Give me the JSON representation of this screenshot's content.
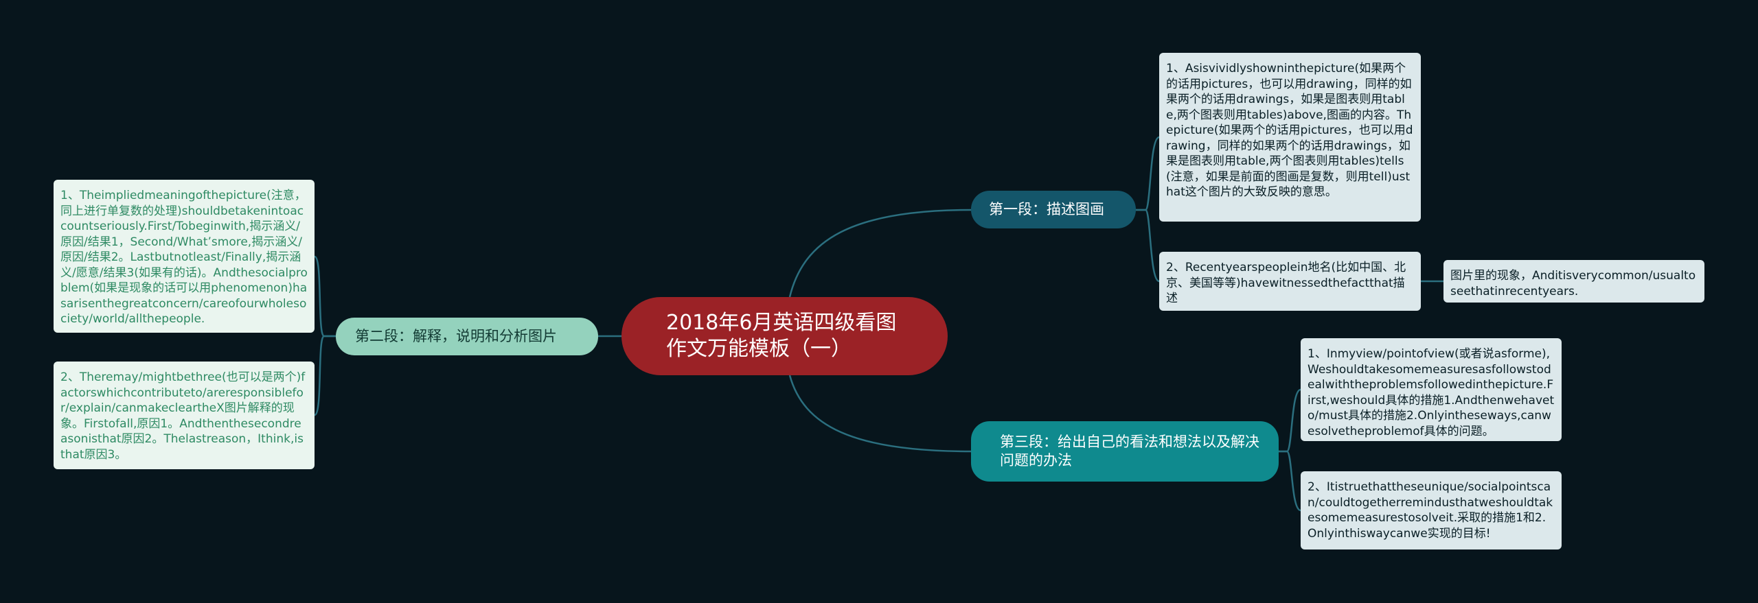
{
  "root": {
    "label": "2018年6月英语四级看图作文万能模板（一）"
  },
  "branches": [
    {
      "label": "第一段：描述图画",
      "color": "#14566a"
    },
    {
      "label": "第二段：解释，说明和分析图片",
      "color": "#94d2bd"
    },
    {
      "label": "第三段：给出自己的看法和想法以及解决问题的办法",
      "color": "#0f8a8e"
    }
  ],
  "leaves": [
    {
      "text": "1、Asisvividlyshowninthepicture(如果两个的话用pictures，也可以用drawing，同样的如果两个的话用drawings，如果是图表则用table,两个图表则用tables)above,图画的内容。Thepicture(如果两个的话用pictures，也可以用drawing，同样的如果两个的话用drawings，如果是图表则用table,两个图表则用tables)tells(注意，如果是前面的图画是复数，则用tell)usthat这个图片的大致反映的意思。"
    },
    {
      "text": "2、Recentyearspeoplein地名(比如中国、北京、美国等等)havewitnessedthefactthat描述"
    },
    {
      "text": "图片里的现象，Anditisverycommon/usualtoseethatinrecentyears."
    },
    {
      "text": "1、Theimpliedmeaningofthepicture(注意，同上进行单复数的处理)shouldbetakenintoaccountseriously.First/Tobeginwith,揭示涵义/原因/结果1，Second/What’smore,揭示涵义/原因/结果2。Lastbutnotleast/Finally,揭示涵义/愿意/结果3(如果有的话)。Andthesocialproblem(如果是现象的话可以用phenomenon)hasarisenthegreatconcern/careofourwholesociety/world/allthepeople."
    },
    {
      "text": "2、Theremay/mightbethree(也可以是两个)factorswhichcontributeto/areresponsiblefor/explain/canmakecleartheX图片解释的现象。Firstofall,原因1。Andthenthesecondreasonisthat原因2。Thelastreason，Ithink,isthat原因3。"
    },
    {
      "text": "1、Inmyview/pointofview(或者说asforme),Weshouldtakesomemeasuresasfollowstodealwiththeproblemsfollowedinthepicture.First,weshould具体的措施1.Andthenwehaveto/must具体的措施2.Onlyintheseways,canwesolvetheproblemof具体的问题。"
    },
    {
      "text": "2、Itistruethattheseunique/socialpointscan/couldtogetherremindusthatweshouldtakesomemeasurestosolveit.采取的措施1和2.Onlyinthiswaycanwe实现的目标!"
    }
  ],
  "colors": {
    "background": "#07151c",
    "root": "#9b2226",
    "link": "#2b6f7f"
  }
}
